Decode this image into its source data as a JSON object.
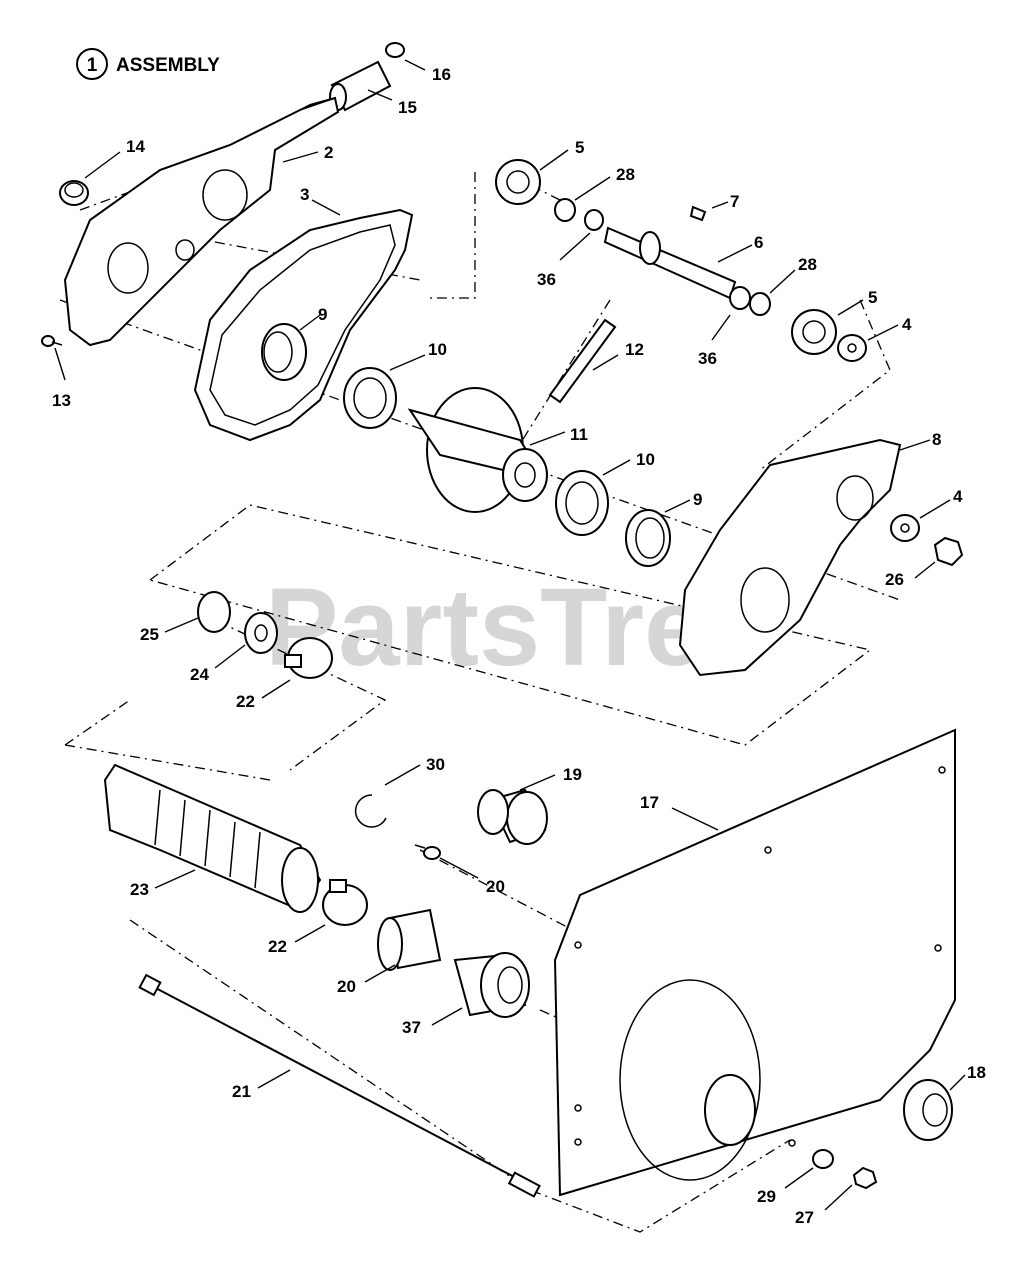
{
  "title": {
    "number": "1",
    "text": "ASSEMBLY"
  },
  "watermark": "PartsTree",
  "callouts": [
    {
      "id": "c16",
      "label": "16"
    },
    {
      "id": "c15",
      "label": "15"
    },
    {
      "id": "c14",
      "label": "14"
    },
    {
      "id": "c2",
      "label": "2"
    },
    {
      "id": "c3",
      "label": "3"
    },
    {
      "id": "c5a",
      "label": "5"
    },
    {
      "id": "c28a",
      "label": "28"
    },
    {
      "id": "c7",
      "label": "7"
    },
    {
      "id": "c36a",
      "label": "36"
    },
    {
      "id": "c6",
      "label": "6"
    },
    {
      "id": "c28b",
      "label": "28"
    },
    {
      "id": "c5b",
      "label": "5"
    },
    {
      "id": "c4a",
      "label": "4"
    },
    {
      "id": "c36b",
      "label": "36"
    },
    {
      "id": "c9a",
      "label": "9"
    },
    {
      "id": "c10a",
      "label": "10"
    },
    {
      "id": "c12",
      "label": "12"
    },
    {
      "id": "c13",
      "label": "13"
    },
    {
      "id": "c11",
      "label": "11"
    },
    {
      "id": "c10b",
      "label": "10"
    },
    {
      "id": "c9b",
      "label": "9"
    },
    {
      "id": "c8",
      "label": "8"
    },
    {
      "id": "c4b",
      "label": "4"
    },
    {
      "id": "c26",
      "label": "26"
    },
    {
      "id": "c25",
      "label": "25"
    },
    {
      "id": "c24",
      "label": "24"
    },
    {
      "id": "c22a",
      "label": "22"
    },
    {
      "id": "c30",
      "label": "30"
    },
    {
      "id": "c19",
      "label": "19"
    },
    {
      "id": "c17",
      "label": "17"
    },
    {
      "id": "c23",
      "label": "23"
    },
    {
      "id": "c20a",
      "label": "20"
    },
    {
      "id": "c22b",
      "label": "22"
    },
    {
      "id": "c20b",
      "label": "20"
    },
    {
      "id": "c37",
      "label": "37"
    },
    {
      "id": "c21",
      "label": "21"
    },
    {
      "id": "c18",
      "label": "18"
    },
    {
      "id": "c29",
      "label": "29"
    },
    {
      "id": "c27",
      "label": "27"
    }
  ]
}
